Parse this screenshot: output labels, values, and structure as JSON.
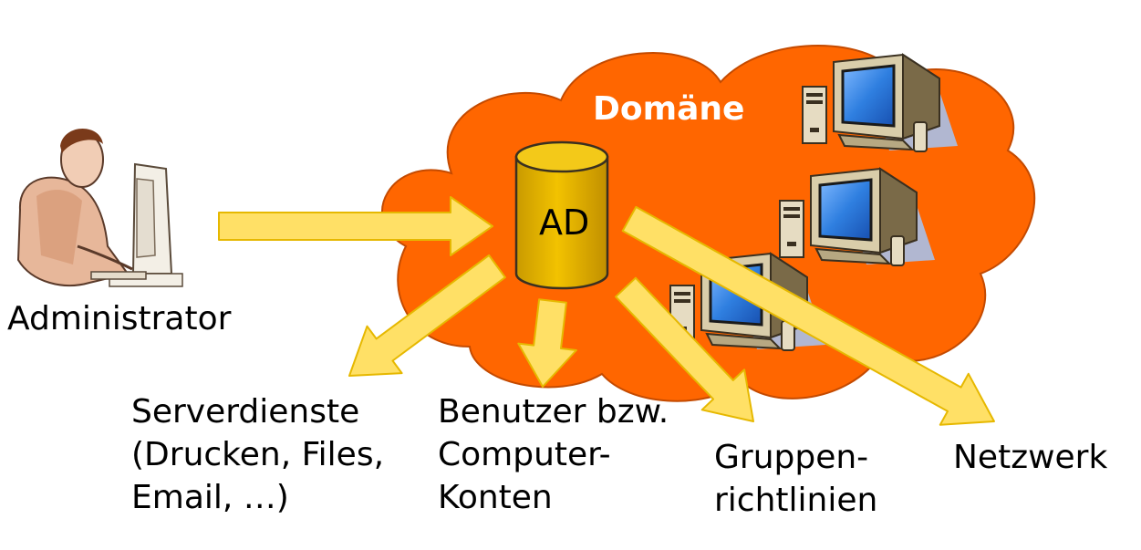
{
  "domain": {
    "title": "Domäne"
  },
  "database": {
    "label": "AD"
  },
  "admin": {
    "label": "Administrator"
  },
  "targets": {
    "services": {
      "lines": [
        "Serverdienste",
        "(Drucken, Files,",
        "Email, …)"
      ]
    },
    "accounts": {
      "lines": [
        "Benutzer bzw.",
        "Computer-",
        "Konten"
      ]
    },
    "policies": {
      "lines": [
        "Gruppen-",
        "richtlinien"
      ]
    },
    "network": {
      "lines": [
        "Netzwerk"
      ]
    }
  },
  "colors": {
    "cloud": "#ff6600",
    "arrow_fill": "#ffe066",
    "arrow_stroke": "#e6b800",
    "cylinder": "#e8b400",
    "monitor_screen": "#2f7fe0",
    "computer_body": "#d8cdb0"
  }
}
